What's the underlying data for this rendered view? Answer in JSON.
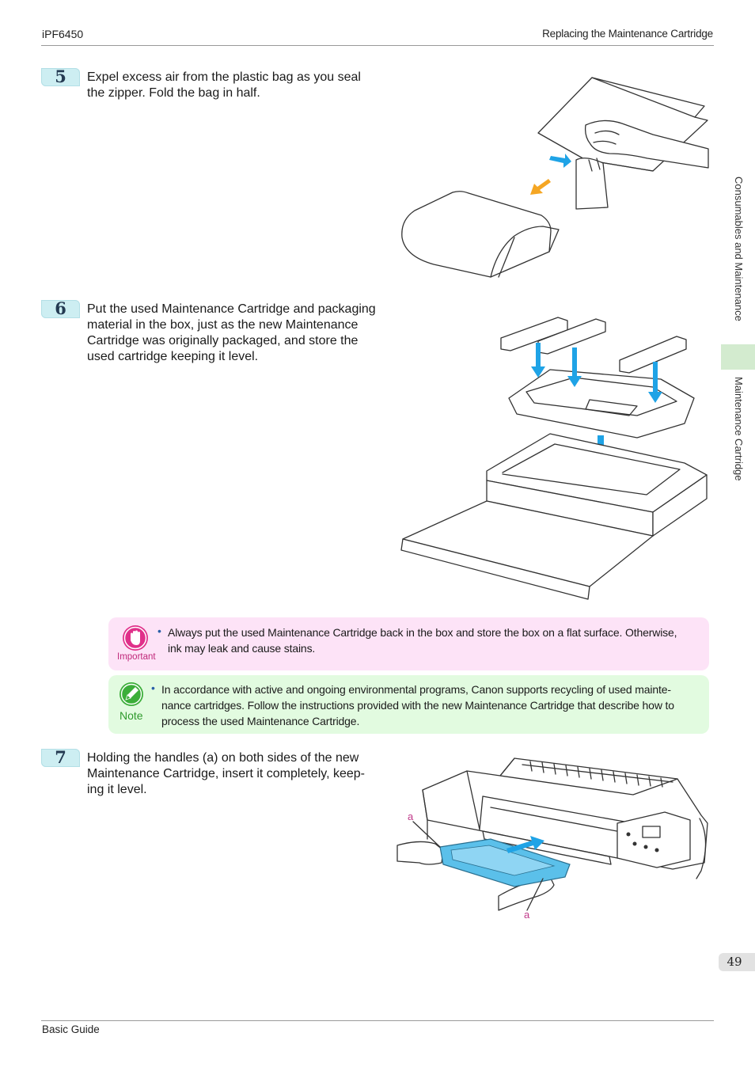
{
  "header": {
    "model": "iPF6450",
    "section_title": "Replacing the Maintenance Cartridge"
  },
  "side_nav": {
    "chapter": "Consumables and Maintenance",
    "section": "Maintenance Cartridge"
  },
  "steps": [
    {
      "number": "5",
      "lines": [
        "Expel excess air from the plastic bag as you seal",
        "the zipper. Fold the bag in half."
      ]
    },
    {
      "number": "6",
      "lines": [
        "Put the used Maintenance Cartridge and packaging",
        "material in the box, just as the new Maintenance",
        "Cartridge was originally packaged, and store the",
        "used cartridge keeping it level."
      ]
    },
    {
      "number": "7",
      "lines": [
        "Holding the handles (a) on both sides of the new",
        "Maintenance Cartridge, insert it completely, keep-",
        "ing it level."
      ]
    }
  ],
  "important": {
    "label": "Important",
    "bullet": "•",
    "lines": [
      "Always put the used Maintenance Cartridge back in the box and store the box on a flat surface. Otherwise,",
      "ink may leak and cause stains."
    ]
  },
  "note": {
    "label": "Note",
    "bullet": "•",
    "lines": [
      "In accordance with active and ongoing environmental programs, Canon supports recycling of used mainte-",
      "nance cartridges. Follow the instructions provided with the new Maintenance Cartridge that describe how to",
      "process the used Maintenance Cartridge."
    ]
  },
  "figure_labels": {
    "handle_top": "a",
    "handle_bottom": "a"
  },
  "page_number": "49",
  "footer": {
    "text": "Basic Guide"
  },
  "colors": {
    "step_badge": "#cdeef2",
    "important_bg": "#fde3f7",
    "important_icon": "#e0308a",
    "note_bg": "#e2fbe0",
    "note_icon": "#3cae3a",
    "arrow_blue": "#1fa3e6",
    "arrow_orange": "#f5a623",
    "cartridge_blue": "#5bc0ea",
    "side_tab": "#d3ebcf"
  },
  "icons": [
    "important-hand-icon",
    "note-pencil-icon"
  ]
}
